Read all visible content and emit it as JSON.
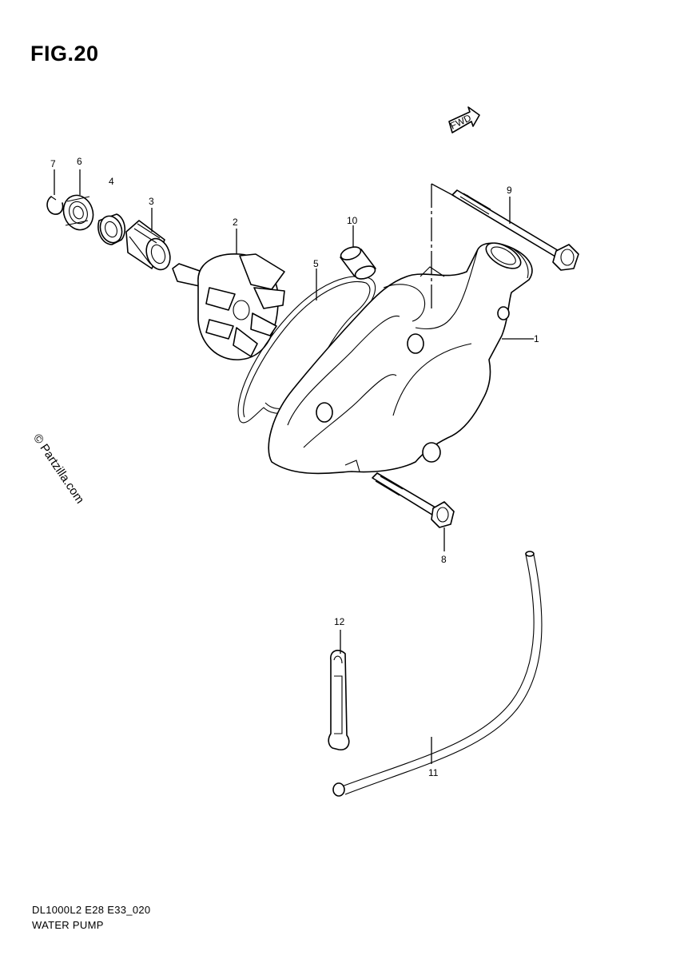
{
  "figure": {
    "title": "FIG.20"
  },
  "fwd_badge": {
    "label": "FWD"
  },
  "watermark": {
    "text": "© Partzilla.com"
  },
  "parts": [
    {
      "number": "1"
    },
    {
      "number": "2"
    },
    {
      "number": "3"
    },
    {
      "number": "4"
    },
    {
      "number": "5"
    },
    {
      "number": "6"
    },
    {
      "number": "7"
    },
    {
      "number": "8"
    },
    {
      "number": "9"
    },
    {
      "number": "10"
    },
    {
      "number": "11"
    },
    {
      "number": "12"
    }
  ],
  "footer": {
    "model_code": "DL1000L2 E28 E33_020",
    "diagram_name": "WATER PUMP"
  }
}
